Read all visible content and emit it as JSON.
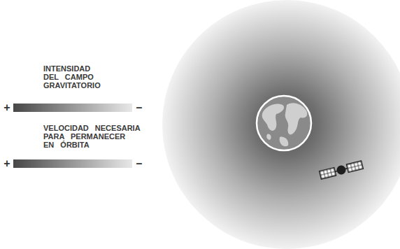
{
  "diagram": {
    "labels": [
      "+",
      "–",
      "+",
      "–"
    ],
    "legend": [
      {
        "text": "INTENSIDAD DEL CAMPO GRAVITATORIO"
      },
      {
        "text": "VELOCIDAD NECESARIA PARA PERMANECER EN ÓRBITA"
      }
    ]
  }
}
